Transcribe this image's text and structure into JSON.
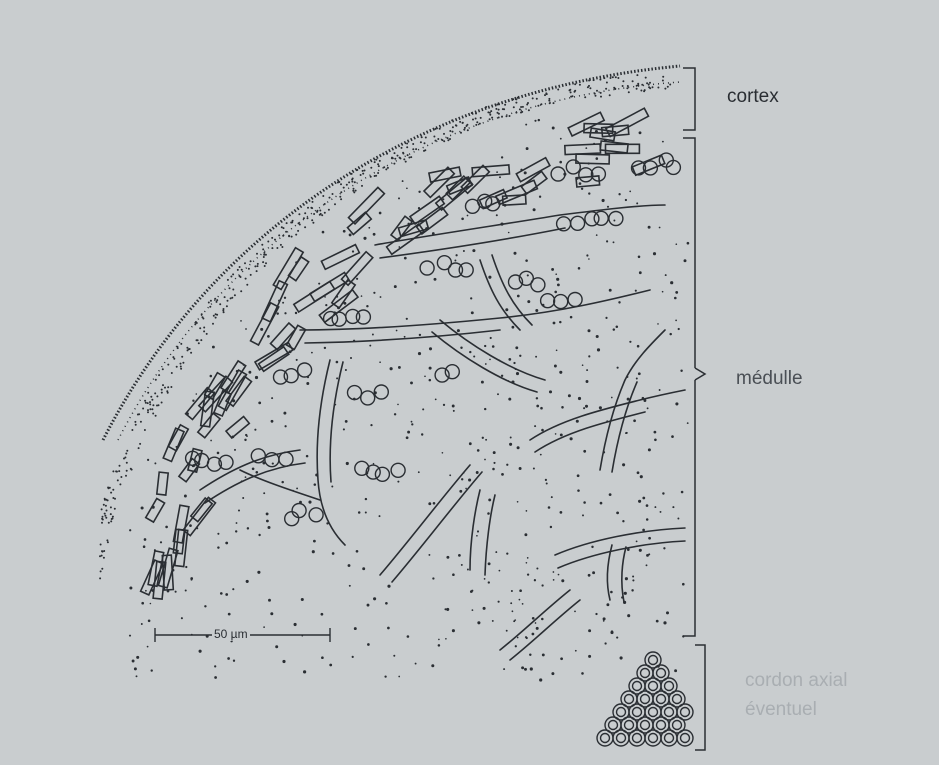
{
  "labels": {
    "cortex": "cortex",
    "medulle": "médulle",
    "cordon_line1": "cordon axial",
    "cordon_line2": "éventuel"
  },
  "scale_bar": {
    "text": "50 µm"
  },
  "colors": {
    "background": "#c9cdcf",
    "ink": "#2a2e33",
    "faded_label": "#a9aeb2"
  }
}
